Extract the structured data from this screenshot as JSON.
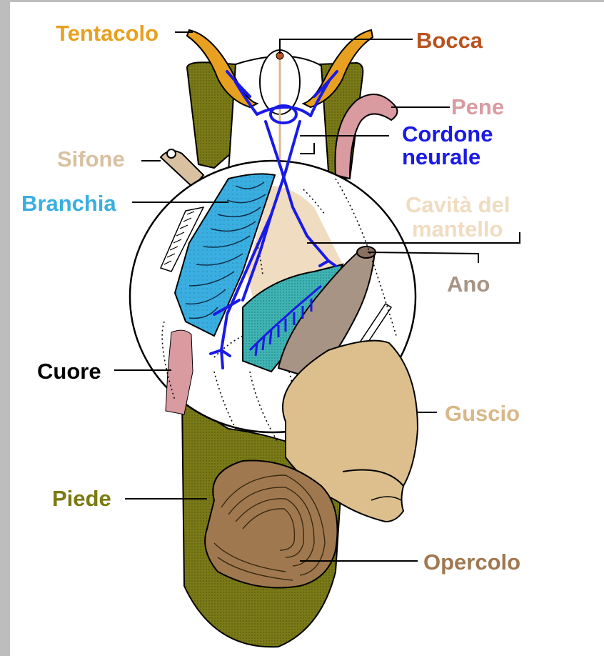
{
  "labels": {
    "tentacolo": "Tentacolo",
    "bocca": "Bocca",
    "pene": "Pene",
    "cordone_1": "Cordone",
    "cordone_2": "neurale",
    "sifone": "Sifone",
    "branchia": "Branchia",
    "cavita_1": "Cavità del",
    "cavita_2": "mantello",
    "ano": "Ano",
    "cuore": "Cuore",
    "guscio": "Guscio",
    "piede": "Piede",
    "opercolo": "Opercolo"
  },
  "colors": {
    "tentacolo": "#e8a020",
    "bocca": "#b8521e",
    "pene": "#d99aa0",
    "cordone": "#1a1ae6",
    "sifone": "#d8c0a0",
    "branchia": "#3aaee0",
    "cavita": "#f0dcc0",
    "ano": "#a89484",
    "cuore": "#000000",
    "guscio": "#d8b888",
    "piede": "#7a7a10",
    "opercolo": "#a07850",
    "foot_fill": "#7f7f12",
    "mantle_green": "#7a7a1a"
  }
}
